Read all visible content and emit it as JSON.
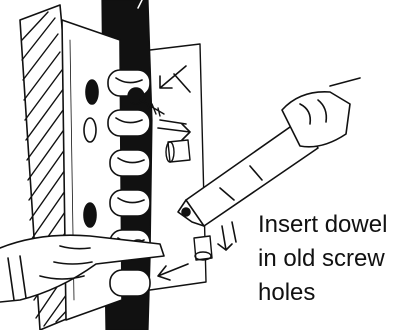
{
  "caption": {
    "line1": "Insert dowel",
    "line2": "in old screw",
    "line3": "holes"
  },
  "colors": {
    "ink": "#111111",
    "background": "#ffffff"
  },
  "illustration": {
    "subject": "door hinge with dowels and glue bottle",
    "icons": [
      "hinge-icon",
      "screw-icon",
      "dowel-icon",
      "glue-bottle-icon",
      "hand-icon",
      "arrow-icon"
    ]
  }
}
